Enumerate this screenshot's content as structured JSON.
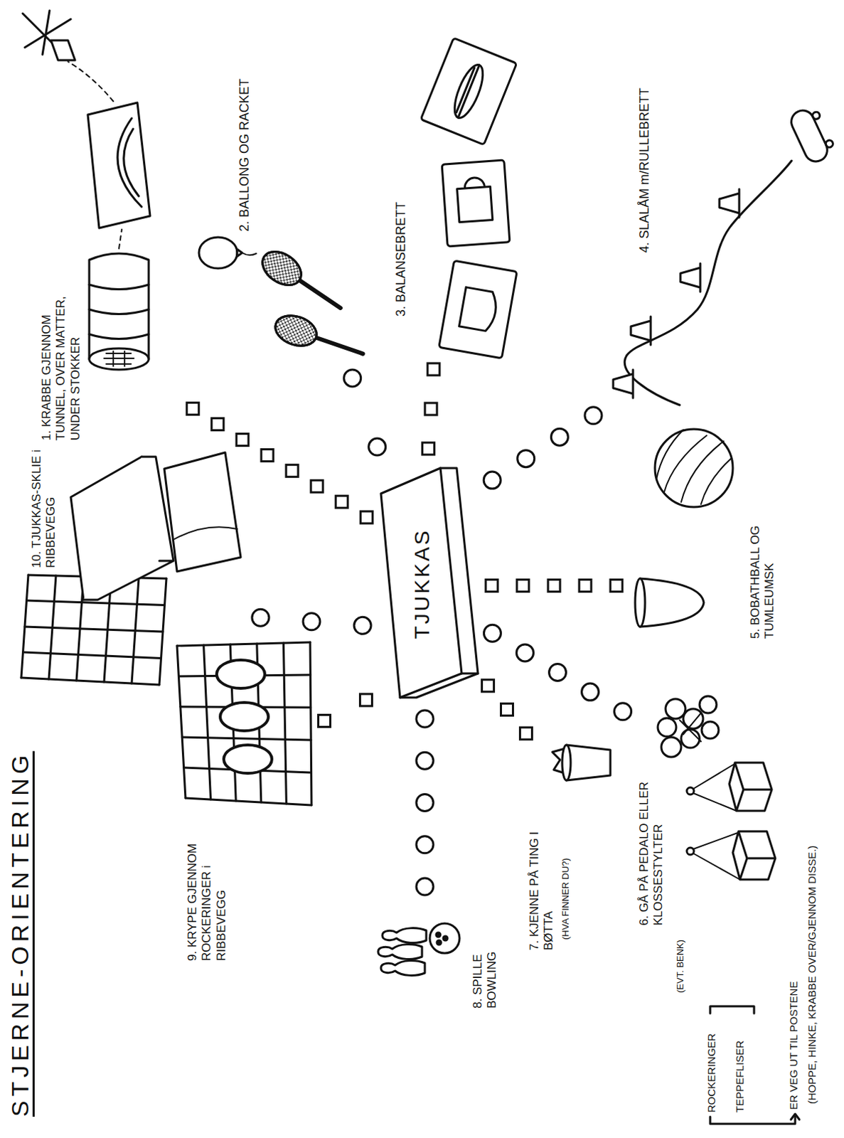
{
  "diagram": {
    "title": "STJERNE-ORIENTERING",
    "nodes": [
      {
        "text": [
          "TJUKKAS"
        ]
      },
      {
        "text": [
          "1. KRABBE GJENNOM TUNNEL, OVER MATTER, UNDER STOKKER"
        ]
      },
      {
        "text": [
          "2. BALLONG OG RACKET"
        ]
      },
      {
        "text": [
          "3. BALANSEBRETT"
        ]
      },
      {
        "text": [
          "4. SLALÅM m/RULLEBRETT"
        ]
      },
      {
        "text": [
          "5. BOBATHBALL OG TUMLEUMSK"
        ]
      },
      {
        "text": [
          "6. GÅ PÅ PEDALO ELLER KLOSSESTYLTER",
          "(EVT. BENK)"
        ]
      },
      {
        "text": [
          "7. KJENNE PÅ TING I BØTTA",
          "(HVA FINNER DU?)"
        ]
      },
      {
        "text": [
          "8. SPILLE BOWLING"
        ]
      },
      {
        "text": [
          "9. KRYPE GJENNOM ROCKERINGER i RIBBEVEGG"
        ]
      },
      {
        "text": [
          "10. TJUKKAS-SKLIE i RIBBEVEGG"
        ]
      }
    ],
    "edges": [
      {
        "from": 0,
        "to": 1,
        "arrow": "none"
      },
      {
        "from": 0,
        "to": 2,
        "arrow": "none"
      },
      {
        "from": 0,
        "to": 3,
        "arrow": "none"
      },
      {
        "from": 0,
        "to": 4,
        "arrow": "none"
      },
      {
        "from": 0,
        "to": 5,
        "arrow": "none"
      },
      {
        "from": 0,
        "to": 6,
        "arrow": "none"
      },
      {
        "from": 0,
        "to": 7,
        "arrow": "none"
      },
      {
        "from": 0,
        "to": 8,
        "arrow": "none"
      },
      {
        "from": 0,
        "to": 9,
        "arrow": "none"
      },
      {
        "from": 0,
        "to": 10,
        "arrow": "none"
      }
    ],
    "labels": [
      "ROCKERINGER",
      "TEPPEFLISER",
      "ER VEG UT TIL POSTENE",
      "(HOPPE, HINKE, KRABBE OVER/GJENNOM DISSE.)"
    ]
  }
}
